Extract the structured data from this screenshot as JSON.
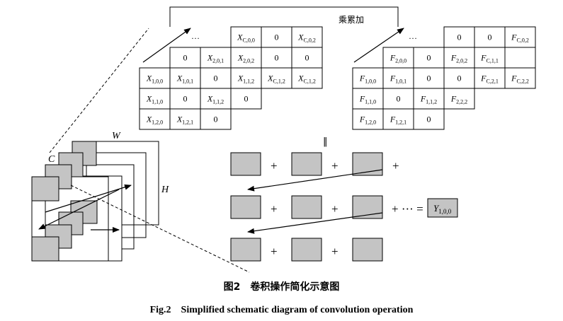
{
  "multiply_accumulate_label": "乘累加",
  "ellipsis": "…",
  "equals_symbol": "‖",
  "plus": "+",
  "ellipsis_equals": "+ ··· =",
  "result": {
    "base": "Y",
    "sub": "1,0,0"
  },
  "dims": {
    "W": "W",
    "H": "H",
    "C": "C"
  },
  "x_cells": [
    {
      "base": "X",
      "sub": "C,0,0"
    },
    {
      "text": "0"
    },
    {
      "base": "X",
      "sub": "C,0,2"
    },
    {
      "text": "0"
    },
    {
      "base": "X",
      "sub": "2,0,1"
    },
    {
      "base": "X",
      "sub": "2,0,2"
    },
    {
      "text": "0"
    },
    {
      "text": "0"
    },
    {
      "base": "X",
      "sub": "1,0,0"
    },
    {
      "base": "X",
      "sub": "1,0,1"
    },
    {
      "text": "0"
    },
    {
      "base": "X",
      "sub": "1,1,2"
    },
    {
      "base": "X",
      "sub": "C,1,2"
    },
    {
      "base": "X",
      "sub": "C,1,2"
    },
    {
      "base": "X",
      "sub": "1,1,0"
    },
    {
      "text": "0"
    },
    {
      "base": "X",
      "sub": "1,1,2"
    },
    {
      "text": "0"
    },
    {
      "base": "X",
      "sub": "1,2,0"
    },
    {
      "base": "X",
      "sub": "1,2,1"
    },
    {
      "text": "0"
    }
  ],
  "f_cells": [
    {
      "text": "0"
    },
    {
      "text": "0"
    },
    {
      "base": "F",
      "sub": "C,0,2"
    },
    {
      "base": "F",
      "sub": "2,0,0"
    },
    {
      "text": "0"
    },
    {
      "base": "F",
      "sub": "2,0,2"
    },
    {
      "base": "F",
      "sub": "C,1,1"
    },
    {
      "text": ""
    },
    {
      "base": "F",
      "sub": "1,0,0"
    },
    {
      "base": "F",
      "sub": "1,0,1"
    },
    {
      "text": "0"
    },
    {
      "text": "0"
    },
    {
      "base": "F",
      "sub": "C,2,1"
    },
    {
      "base": "F",
      "sub": "C,2,2"
    },
    {
      "base": "F",
      "sub": "1,1,0"
    },
    {
      "text": "0"
    },
    {
      "base": "F",
      "sub": "1,1,2"
    },
    {
      "base": "F",
      "sub": "2,2,2"
    },
    {
      "base": "F",
      "sub": "1,2,0"
    },
    {
      "base": "F",
      "sub": "1,2,1"
    },
    {
      "text": "0"
    }
  ],
  "caption_cn": "图2　卷积操作简化示意图",
  "caption_en": "Fig.2　Simplified schematic diagram of convolution operation",
  "colors": {
    "gray_fill": "#c4c4c4",
    "line": "#000000"
  }
}
